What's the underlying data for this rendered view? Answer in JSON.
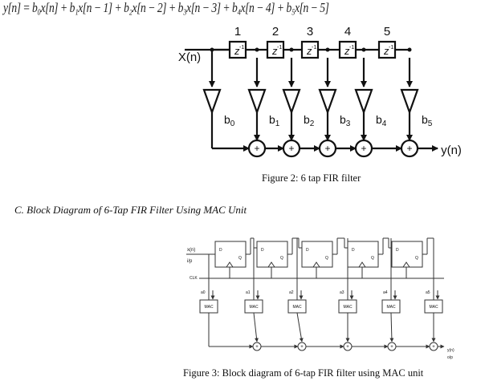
{
  "equation": "y[n] = b₀x[n] + b₁x[n − 1] + b₂x[n − 2] + b₃x[n − 3] + b₄x[n − 4] + b₅x[n − 5]",
  "fig2": {
    "input_label": "X(n)",
    "output_label": "y(n)",
    "delay_numbers": [
      "1",
      "2",
      "3",
      "4",
      "5"
    ],
    "delay_label": "z",
    "delay_exp": "-1",
    "coef_base": "b",
    "coef_subs": [
      "0",
      "1",
      "2",
      "3",
      "4",
      "5"
    ],
    "adder_symbol": "+",
    "caption": "Figure 2: 6 tap FIR filter"
  },
  "section_heading": "C.   Block Diagram of 6-Tap FIR Filter Using MAC Unit",
  "fig3": {
    "input_label": "x(n)",
    "input_sub": "i/p",
    "clk_label": "CLK",
    "ff_d": "D",
    "ff_q": "Q",
    "coef_labels": [
      "a0",
      "a1",
      "a2",
      "a3",
      "a4",
      "a5"
    ],
    "mac_label": "MAC",
    "adder_symbol": "+",
    "output_label": "y(n)",
    "output_sub": "o/p",
    "caption": "Figure 3: Block diagram of 6-tap FIR filter using MAC unit"
  }
}
